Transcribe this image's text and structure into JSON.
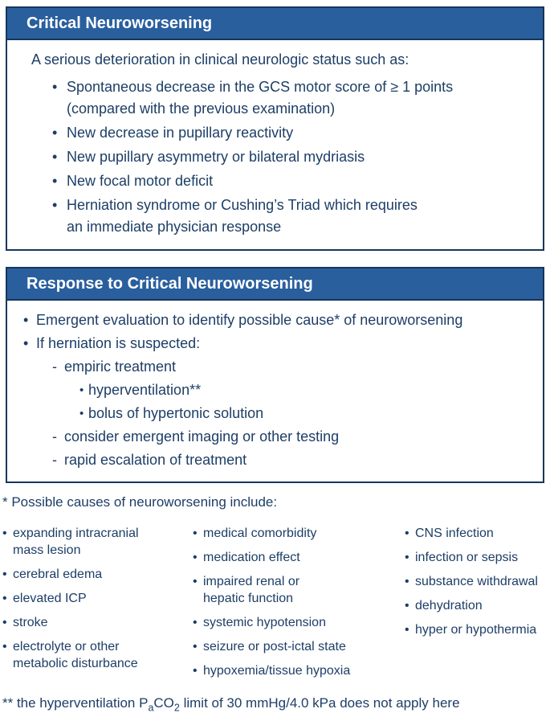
{
  "colors": {
    "header_blue": "#2a5f9e",
    "navy_text": "#1d3e66",
    "border_navy": "#17365c",
    "background": "#ffffff",
    "header_text": "#ffffff"
  },
  "markers": {
    "bullet": "•",
    "dash": "-",
    "small_bullet": "•"
  },
  "panel_critical": {
    "title": "Critical Neuroworsening",
    "intro": "A serious deterioration in clinical neurologic status such as:",
    "bullets": [
      "Spontaneous decrease in the GCS motor score of ≥ 1 points\n(compared with the previous examination)",
      "New decrease in pupillary reactivity",
      "New pupillary asymmetry or bilateral mydriasis",
      "New focal motor deficit",
      "Herniation syndrome or Cushing’s Triad which requires\nan immediate physician response"
    ]
  },
  "panel_response": {
    "title": "Response to Critical Neuroworsening",
    "items": [
      {
        "level": 1,
        "text": "Emergent evaluation to identify possible cause* of neuroworsening"
      },
      {
        "level": 1,
        "text": "If herniation is suspected:"
      },
      {
        "level": 2,
        "text": "empiric treatment"
      },
      {
        "level": 3,
        "text": "hyperventilation**"
      },
      {
        "level": 3,
        "text": "bolus of hypertonic solution"
      },
      {
        "level": 2,
        "text": "consider emergent imaging or other testing"
      },
      {
        "level": 2,
        "text": "rapid escalation of treatment"
      }
    ]
  },
  "footnote_causes": {
    "label": "* Possible causes of neuroworsening include:",
    "columns": [
      {
        "items": [
          "expanding intracranial\nmass lesion",
          "cerebral edema",
          "elevated ICP",
          "stroke",
          "electrolyte or other\nmetabolic disturbance"
        ]
      },
      {
        "items": [
          "medical comorbidity",
          "medication effect",
          "impaired renal or\nhepatic function",
          "systemic hypotension",
          "seizure or post-ictal state",
          "hypoxemia/tissue hypoxia"
        ]
      },
      {
        "items": [
          "CNS infection",
          "infection or sepsis",
          "substance withdrawal",
          "dehydration",
          "hyper or hypothermia"
        ]
      }
    ]
  },
  "footnote_hyperventilation": {
    "part1": "** the hyperventilation P",
    "sub_a": "a",
    "part2": "CO",
    "sub_2": "2",
    "part3": " limit of 30 mmHg/4.0 kPa does not apply here"
  }
}
